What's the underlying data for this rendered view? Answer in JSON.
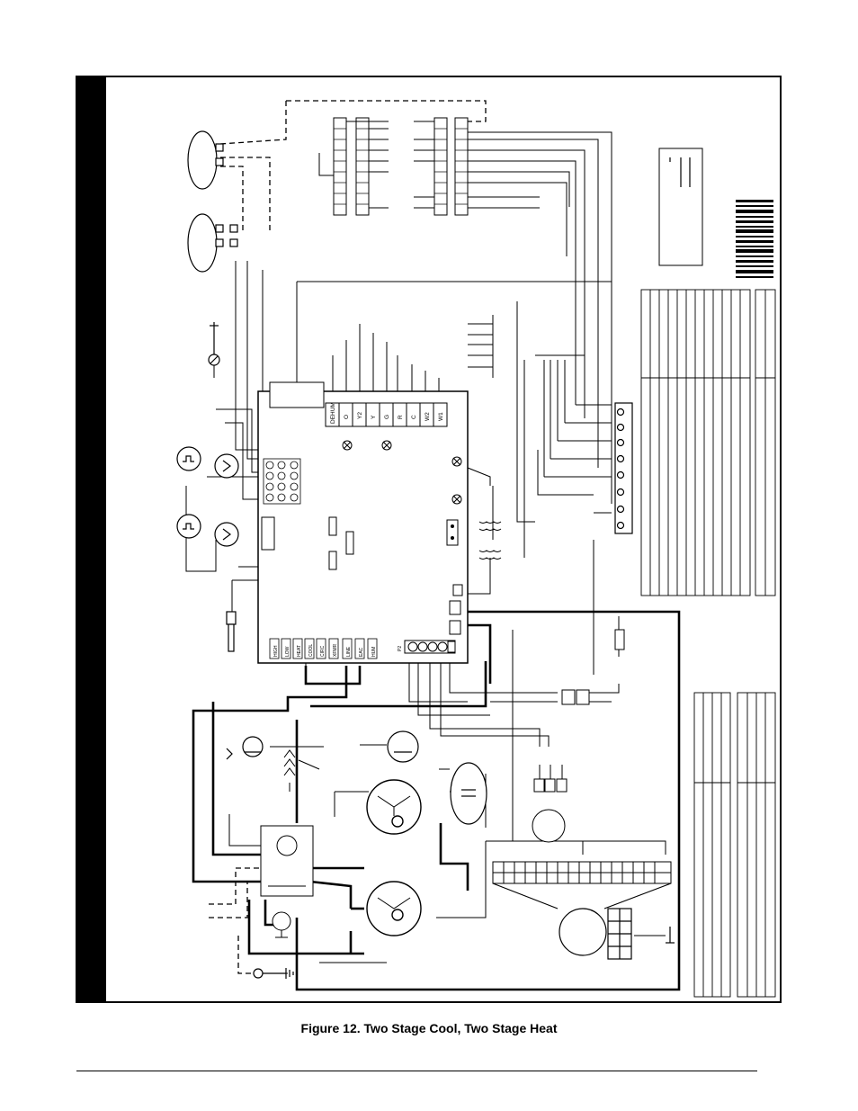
{
  "caption": "Figure 12. Two Stage Cool, Two Stage Heat",
  "board_terminals": [
    "DEHUM",
    "O",
    "Y2",
    "Y",
    "G",
    "R",
    "C",
    "W2",
    "W1"
  ],
  "board_connectors": [
    "HUM",
    "EAC",
    "LINE",
    "XFMR",
    "CIRC",
    "COOL",
    "HEAT",
    "LOW",
    "HIGH"
  ],
  "fuse_labels": [
    "P2"
  ]
}
